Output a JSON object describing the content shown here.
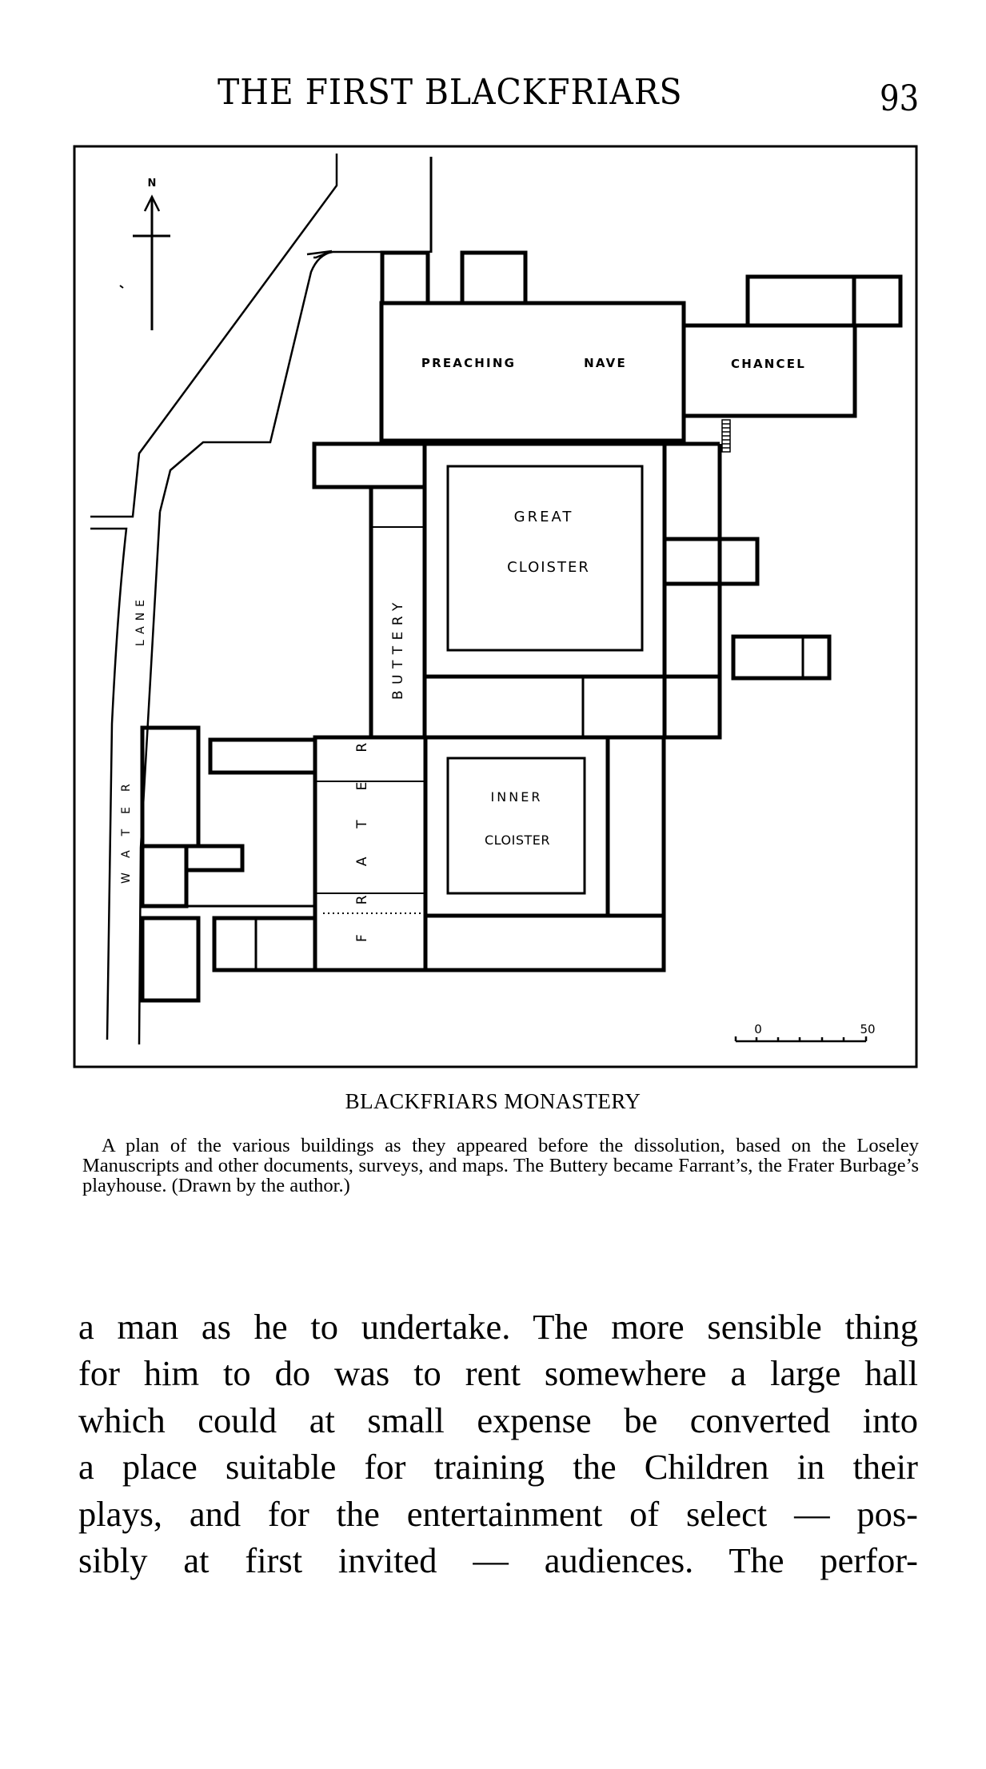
{
  "running_head": {
    "title": "THE FIRST BLACKFRIARS",
    "page_number": "93"
  },
  "figure": {
    "map_labels": {
      "north": "N",
      "preaching": "PREACHING",
      "nave": "NAVE",
      "chancel": "CHANCEL",
      "great": "GREAT",
      "cloister": "CLOISTER",
      "inner": "INNER",
      "inner_cloister": "CLOISTER",
      "buttery": "BUTTERY",
      "frater": "FRATER",
      "lane": "LANE",
      "water": "WATER",
      "scale_zero": "0",
      "scale_fifty": "50"
    },
    "title": "BLACKFRIARS MONASTERY",
    "caption": "A plan of the various buildings as they appeared before the dissolution, based on the Loseley Manuscripts and other documents, surveys, and maps. The Buttery became Farrant’s, the Frater Burbage’s playhouse. (Drawn by the author.)"
  },
  "body": {
    "lines": [
      "a man as he to undertake. The more sensible thing",
      "for him to do was to rent somewhere a large hall",
      "which could at small expense be converted into",
      "a place suitable for training the Children in their",
      "plays, and for the entertainment of select — pos-",
      "sibly at first invited — audiences. The perfor-"
    ]
  }
}
